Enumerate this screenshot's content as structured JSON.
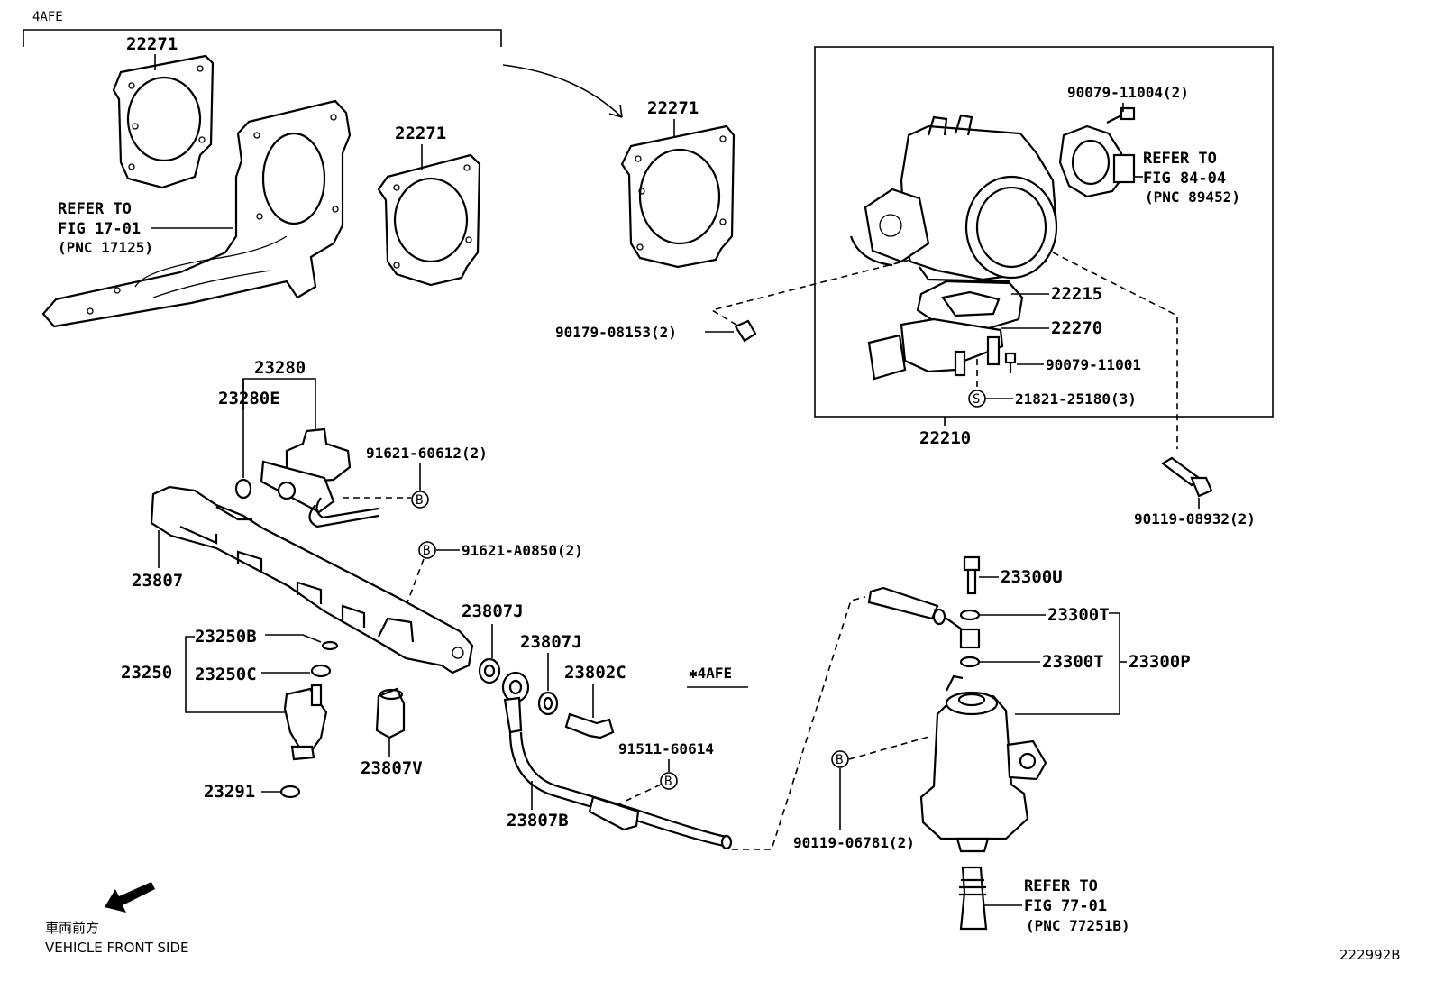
{
  "header": {
    "engine_label": "4AFE"
  },
  "diagram_id": "222992B",
  "direction": {
    "japanese": "車両前方",
    "english": "VEHICLE FRONT SIDE"
  },
  "parts": {
    "gasket_1": "22271",
    "gasket_2": "22271",
    "gasket_3": "22271",
    "manifold_stay_refer": {
      "line1": "REFER TO",
      "line2": "FIG 17-01",
      "line3": "(PNC 17125)"
    },
    "throttle_sensor_refer": {
      "line1": "REFER TO",
      "line2": "FIG 84-04",
      "line3": "(PNC 89452)"
    },
    "fuel_hose_refer": {
      "line1": "REFER TO",
      "line2": "FIG 77-01",
      "line3": "(PNC 77251B)"
    },
    "screw_90079_11004": "90079-11004(2)",
    "bolt_90179_08153": "90179-08153(2)",
    "gasket_22215": "22215",
    "valve_22270": "22270",
    "screw_90079_11001": "90079-11001",
    "stud_21821": "21821-25180(3)",
    "throttle_body_22210": "22210",
    "bolt_90119_08932": "90119-08932(2)",
    "regulator_23280": "23280",
    "oring_23280e": "23280E",
    "bolt_91621_60612": "91621-60612(2)",
    "bolt_91621_a0850": "91621-A0850(2)",
    "delivery_pipe_23807": "23807",
    "insulator_23807j_1": "23807J",
    "insulator_23807j_2": "23807J",
    "union_bolt_23802c": "23802C",
    "bolt_91511_60614": "91511-60614",
    "note_4afe": "✱4AFE",
    "injector_23250": "23250",
    "oring_23250b": "23250B",
    "cushion_23250c": "23250C",
    "insulator_23291": "23291",
    "spacer_23807v": "23807V",
    "pipe_23807b": "23807B",
    "bolt_23300u": "23300U",
    "gasket_23300t_1": "23300T",
    "gasket_23300t_2": "23300T",
    "filter_23300p": "23300P",
    "bolt_90119_06781": "90119-06781(2)",
    "marker_b": "B",
    "marker_s": "S"
  }
}
